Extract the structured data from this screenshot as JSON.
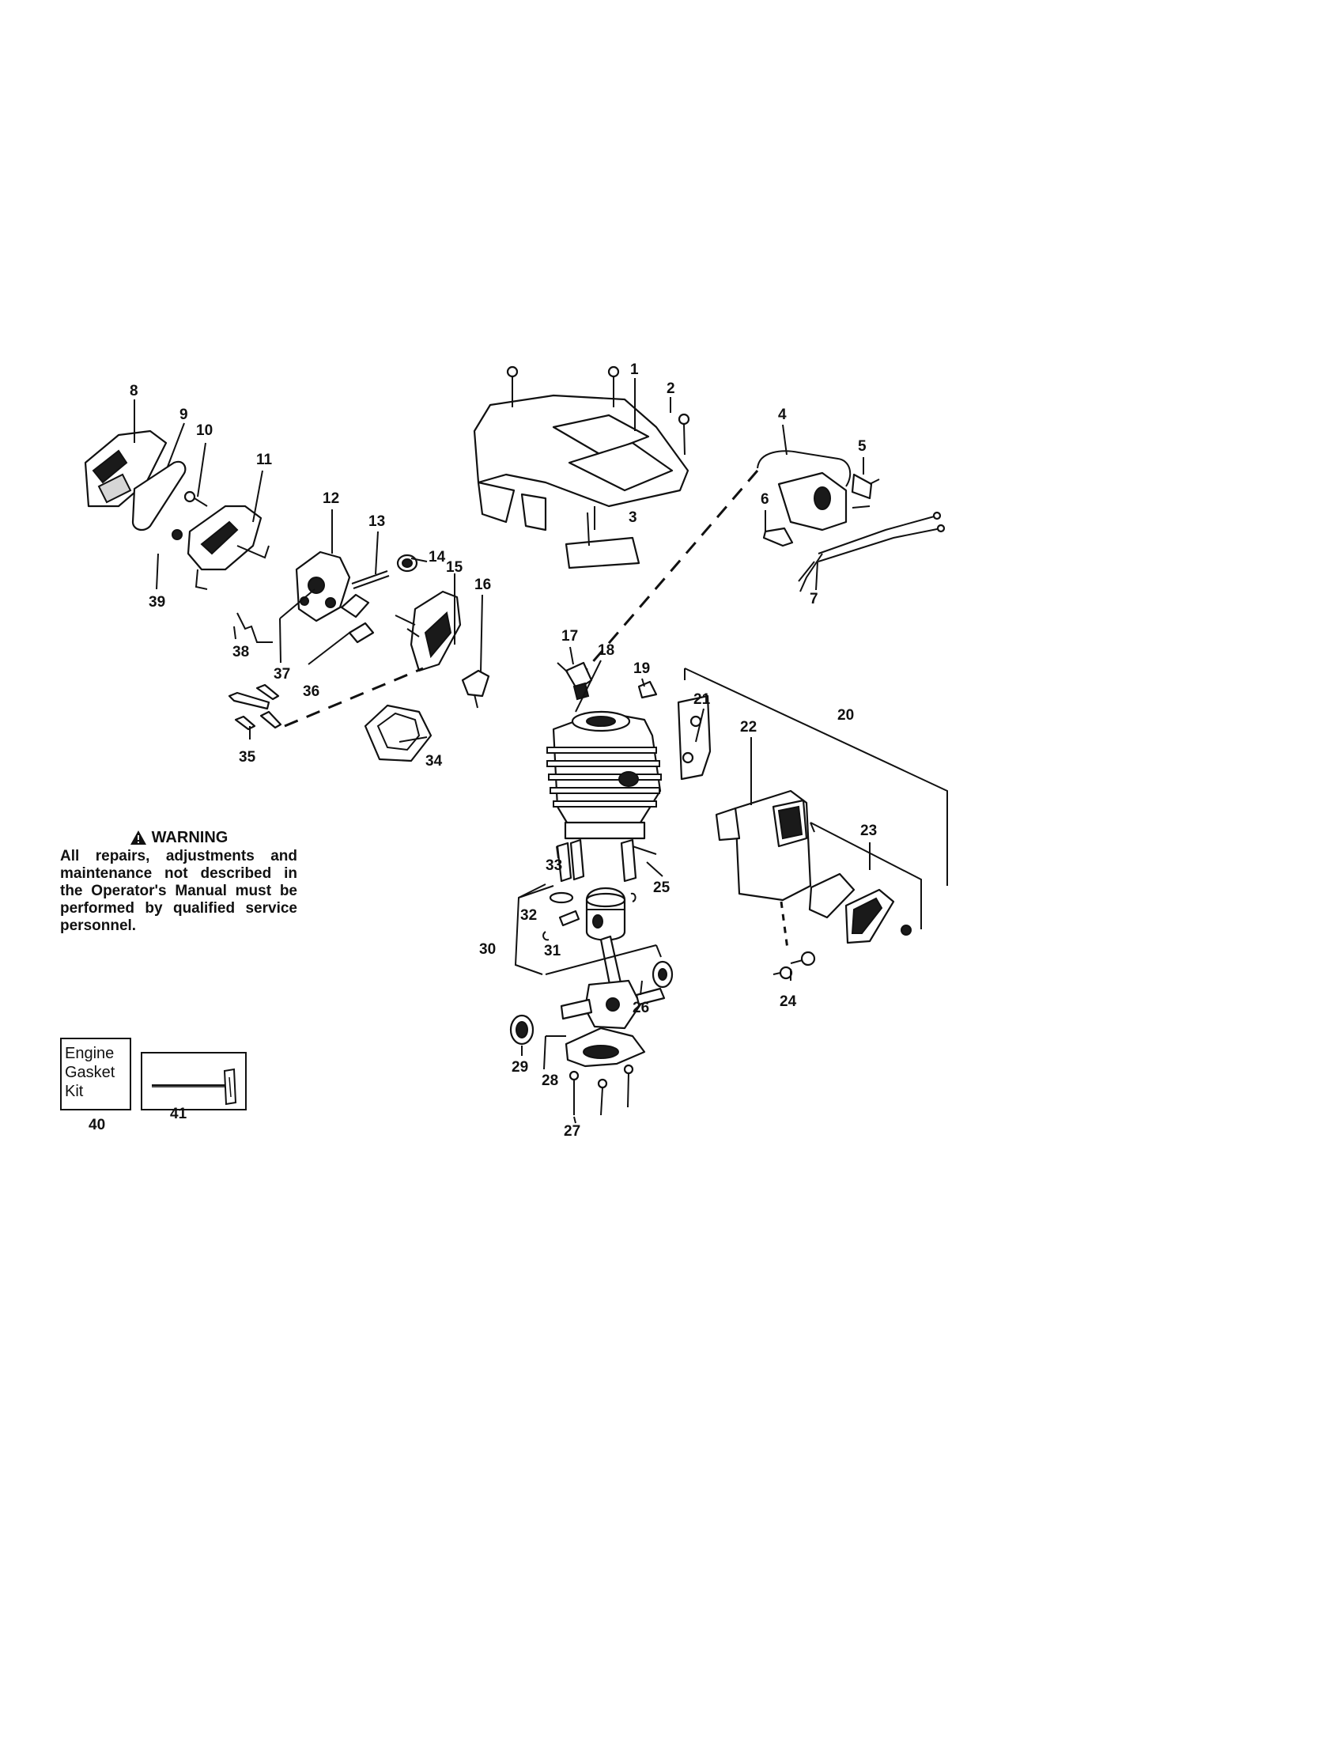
{
  "callouts": [
    "1",
    "2",
    "3",
    "4",
    "5",
    "6",
    "7",
    "8",
    "9",
    "10",
    "11",
    "12",
    "13",
    "14",
    "15",
    "16",
    "17",
    "18",
    "19",
    "20",
    "21",
    "22",
    "23",
    "24",
    "25",
    "26",
    "27",
    "28",
    "29",
    "30",
    "31",
    "32",
    "33",
    "34",
    "35",
    "36",
    "37",
    "38",
    "39",
    "40",
    "41"
  ],
  "warning": {
    "title": "WARNING",
    "text": "All repairs, adjustments and maintenance not described in the Operator's Manual must be performed by qualified service personnel."
  },
  "kit": {
    "label": "Engine Gasket Kit",
    "number": "40"
  },
  "tool": {
    "number": "41"
  },
  "icons": {
    "warning": "warning-triangle-icon"
  }
}
